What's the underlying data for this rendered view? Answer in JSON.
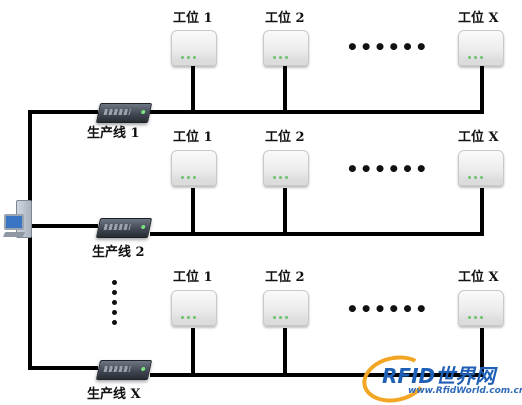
{
  "diagram": {
    "line_labels": [
      "生产线 1",
      "生产线 2",
      "生产线 X"
    ],
    "station_labels": [
      "工位 1",
      "工位 2",
      "工位 X"
    ],
    "station_ellipsis": "••••••",
    "line_ellipsis_count": 5,
    "reader_led_color": "#6cc36c",
    "wire_color": "#000000",
    "icons": {
      "computer": "desktop-computer-icon",
      "line_device": "server-rack-icon",
      "station_device": "rfid-reader-icon"
    }
  },
  "watermark": {
    "text": "RFID世界网",
    "url": "www.RfidWorld.com.cn",
    "ring_color": "#f2a623",
    "text_color": "#1f5fb5"
  }
}
